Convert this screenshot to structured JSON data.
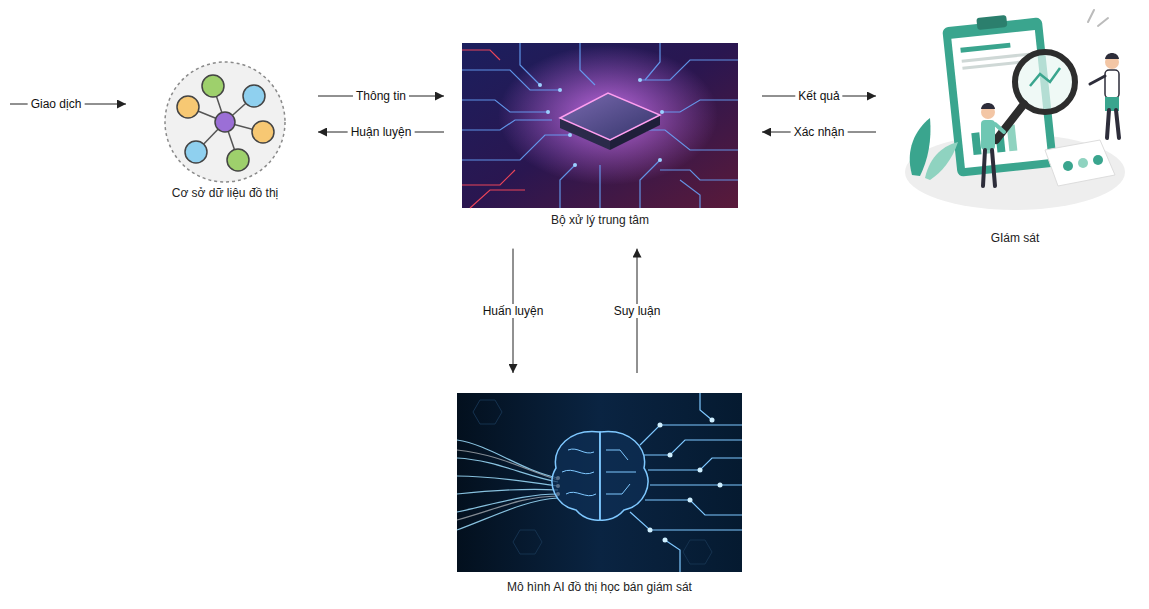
{
  "diagram": {
    "nodes": [
      {
        "text": [
          "Cơ sở dữ liệu đồ thị"
        ]
      },
      {
        "text": [
          "Bộ xử lý trung tâm"
        ]
      },
      {
        "text": [
          "GIám sát"
        ]
      },
      {
        "text": [
          "Mô hình AI đồ thị học bán giám sát"
        ]
      }
    ],
    "edges": [
      {
        "from": 0,
        "to": 1,
        "arrow": "to",
        "label": "Thông tin"
      },
      {
        "from": 1,
        "to": 0,
        "arrow": "to",
        "label": "Huận luyện"
      },
      {
        "from": 1,
        "to": 2,
        "arrow": "to",
        "label": "Kết quả"
      },
      {
        "from": 2,
        "to": 1,
        "arrow": "to",
        "label": "Xác nhận"
      },
      {
        "from": 1,
        "to": 3,
        "arrow": "to",
        "label": "Huấn luyện"
      },
      {
        "from": 3,
        "to": 1,
        "arrow": "to",
        "label": "Suy luận"
      }
    ],
    "labels": [
      "Giao dịch"
    ]
  }
}
